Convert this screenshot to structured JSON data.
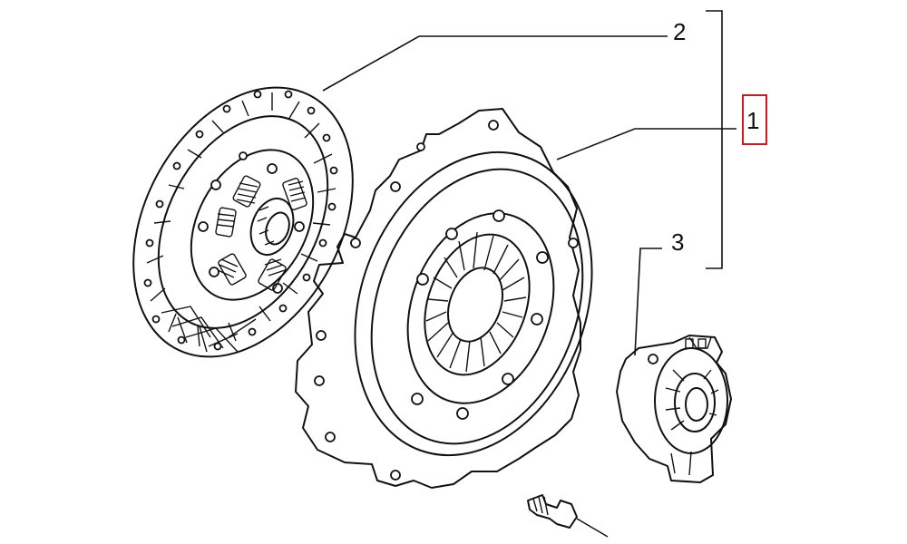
{
  "diagram": {
    "callouts": [
      {
        "id": "2",
        "label": "2",
        "part": "clutch-disc"
      },
      {
        "id": "1",
        "label": "1",
        "part": "clutch-kit",
        "highlighted": true
      },
      {
        "id": "3",
        "label": "3",
        "part": "release-bearing"
      }
    ],
    "colors": {
      "line": "#111111",
      "background": "#ffffff",
      "highlight": "#d0191e"
    }
  }
}
